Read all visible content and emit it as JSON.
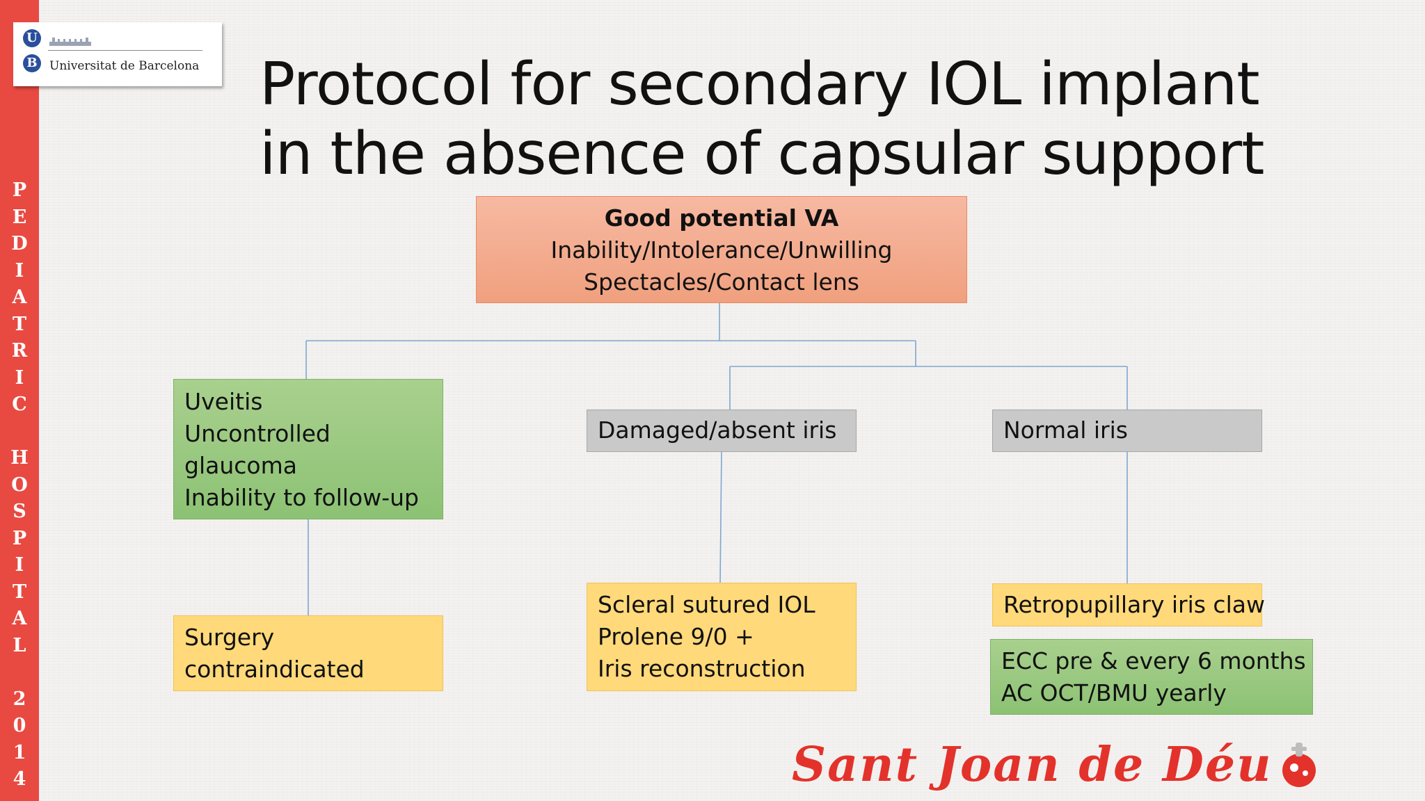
{
  "logo": {
    "circle_u": "U",
    "circle_b": "B",
    "university": "Universitat de Barcelona"
  },
  "side_banner": {
    "line1": [
      "P",
      "E",
      "D",
      "I",
      "A",
      "T",
      "R",
      "I",
      "C"
    ],
    "line2": [
      "H",
      "O",
      "S",
      "P",
      "I",
      "T",
      "A",
      "L"
    ],
    "line3": [
      "2",
      "0",
      "1",
      "4"
    ]
  },
  "title": {
    "line1": "Protocol for secondary IOL implant",
    "line2": "in the absence of capsular support"
  },
  "nodes": {
    "root": {
      "line1": "Good potential VA",
      "line2": "Inability/Intolerance/Unwilling",
      "line3": "Spectacles/Contact lens"
    },
    "contra": {
      "line1": "Uveitis",
      "line2": "Uncontrolled",
      "line3": "glaucoma",
      "line4": "Inability to follow-up"
    },
    "damaged_iris": "Damaged/absent iris",
    "normal_iris": "Normal iris",
    "surgery": {
      "line1": "Surgery",
      "line2": "contraindicated"
    },
    "scleral": {
      "line1": "Scleral sutured IOL",
      "line2": "Prolene 9/0 +",
      "line3": "Iris reconstruction"
    },
    "claw": "Retropupillary iris claw",
    "followup": {
      "line1": "ECC pre & every 6 months",
      "line2": "AC OCT/BMU yearly"
    }
  },
  "brand": {
    "text": "Sant Joan de Déu"
  },
  "colors": {
    "side_strip": "#e84a41",
    "orange_box": "#f4aa8c",
    "green_box": "#9cc983",
    "gray_box": "#c9c9c9",
    "yellow_box": "#ffd97a",
    "connector": "#7fa6cf",
    "brand_red": "#e3322b"
  }
}
